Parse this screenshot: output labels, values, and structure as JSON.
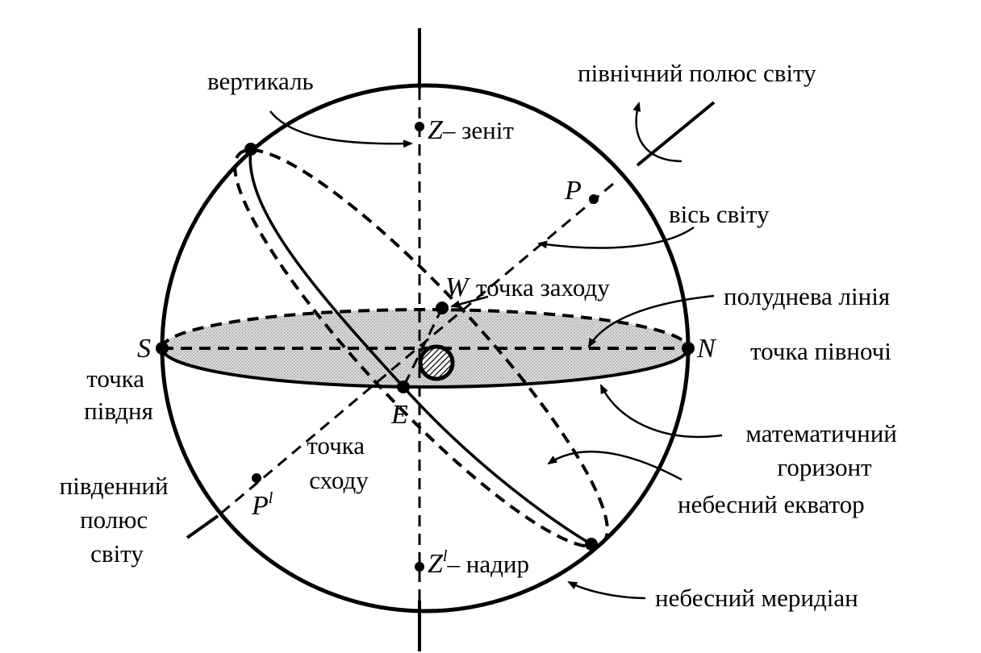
{
  "points": {
    "zenith_letter": "Z",
    "zenith_text": "– зеніт",
    "nadir_letter": "Z",
    "nadir_prime": "l",
    "nadir_text": "– надир",
    "pole_north_letter": "P",
    "pole_south_letter": "P",
    "pole_south_prime": "l",
    "west_letter": "W",
    "east_letter": "E",
    "south_letter": "S",
    "north_letter": "N"
  },
  "labels": {
    "vertical": "вертикаль",
    "north_celestial_pole": "північний полюс світу",
    "world_axis": "вісь світу",
    "west_point": "точка заходу",
    "noon_line": "полуднева лінія",
    "north_point": "точка півночі",
    "south_point_line1": "точка",
    "south_point_line2": "півдня",
    "east_point_line1": "точка",
    "east_point_line2": "сходу",
    "math_horizon_line1": "математичний",
    "math_horizon_line2": "горизонт",
    "celestial_equator": "небесний екватор",
    "south_pole_line1": "південний",
    "south_pole_line2": "полюс",
    "south_pole_line3": "світу",
    "celestial_meridian": "небесний меридіан"
  },
  "colors": {
    "ink": "#000000",
    "horizon_fill": "#cfcfcf"
  }
}
